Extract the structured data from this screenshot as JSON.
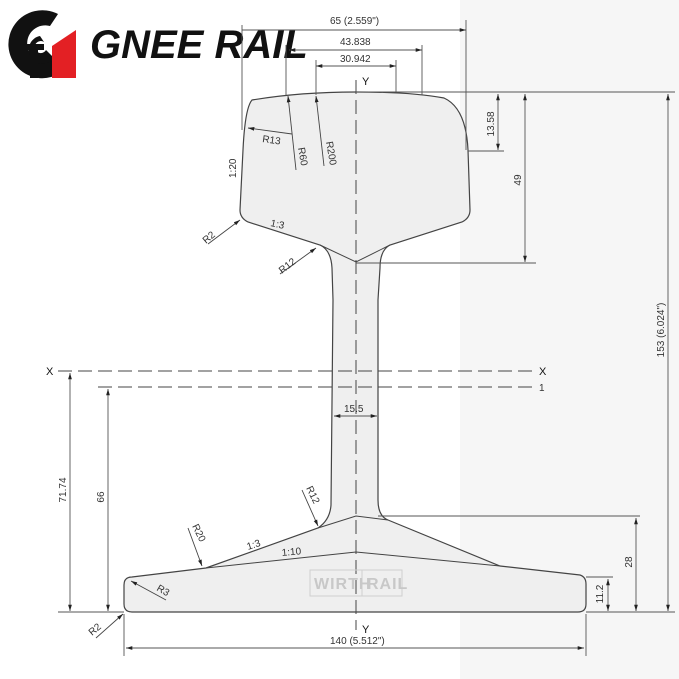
{
  "logo": {
    "brand": "GNEE RAIL",
    "mark_colors": {
      "black": "#111111",
      "red": "#e32024"
    }
  },
  "watermark": {
    "left": "WIRTH",
    "right": "RAIL"
  },
  "axes": {
    "y_top": "Y",
    "y_bottom": "Y",
    "x_left": "X",
    "x_right": "X",
    "line1_label": "1"
  },
  "dimensions": {
    "head_width": "65 (2.559\")",
    "head_w2": "43.838",
    "head_w3": "30.942",
    "head_side_height": "13.58",
    "head_height": "49",
    "total_height": "153 (6.024\")",
    "web_thickness": "15.5",
    "neutral_axis": "71.74",
    "line1_height": "66",
    "foot_slope_height": "28",
    "foot_edge": "11.2",
    "foot_width": "140 (5.512\")"
  },
  "radii": {
    "r13": "R13",
    "r60": "R60",
    "r200": "R200",
    "r2_head": "R2",
    "r12_head": "R12",
    "r12_foot": "R12",
    "r20": "R20",
    "r3": "R3",
    "r2_foot": "R2"
  },
  "slopes": {
    "head_side": "1:20",
    "head_under": "1:3",
    "foot_upper": "1:3",
    "foot_lower": "1:10"
  },
  "colors": {
    "profile_fill": "#efefef",
    "line": "#444444",
    "dim_line": "#555555"
  }
}
